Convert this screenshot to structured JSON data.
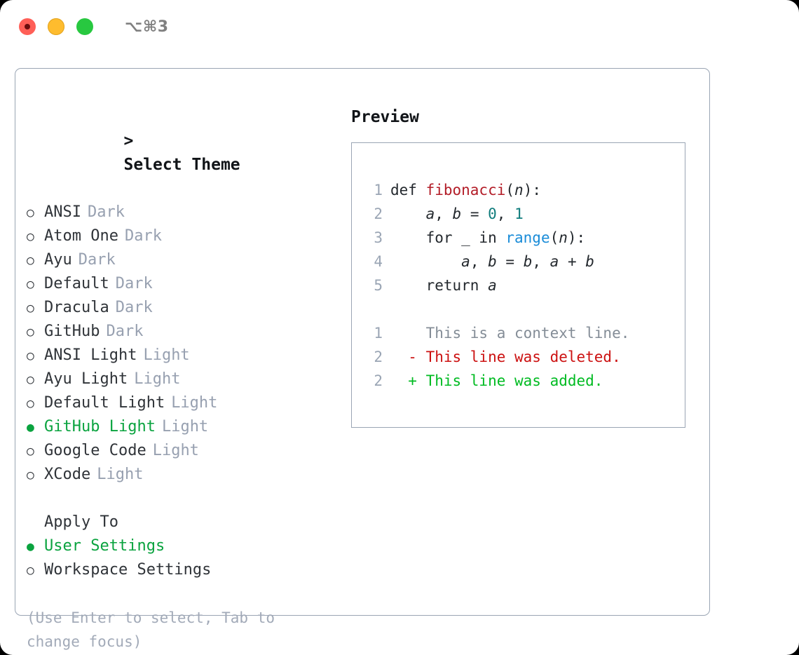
{
  "window": {
    "traffic_lights": [
      "close-red",
      "minimize-yellow",
      "maximize-green"
    ],
    "shortcut": "⌥⌘3",
    "colors": {
      "red": "#ff5f57",
      "yellow": "#febc2e",
      "green": "#28c840",
      "accent_green": "#0aa33f",
      "border": "#9aa5b4",
      "muted": "#97a0b0"
    }
  },
  "theme_picker": {
    "title": "Select Theme",
    "caret": ">",
    "marker_off": "○",
    "marker_on": "●",
    "options": [
      {
        "label": "ANSI",
        "tag": "Dark",
        "selected": false
      },
      {
        "label": "Atom One",
        "tag": "Dark",
        "selected": false
      },
      {
        "label": "Ayu",
        "tag": "Dark",
        "selected": false
      },
      {
        "label": "Default",
        "tag": "Dark",
        "selected": false
      },
      {
        "label": "Dracula",
        "tag": "Dark",
        "selected": false
      },
      {
        "label": "GitHub",
        "tag": "Dark",
        "selected": false
      },
      {
        "label": "ANSI Light",
        "tag": "Light",
        "selected": false
      },
      {
        "label": "Ayu Light",
        "tag": "Light",
        "selected": false
      },
      {
        "label": "Default Light",
        "tag": "Light",
        "selected": false
      },
      {
        "label": "GitHub Light",
        "tag": "Light",
        "selected": true
      },
      {
        "label": "Google Code",
        "tag": "Light",
        "selected": false
      },
      {
        "label": "XCode",
        "tag": "Light",
        "selected": false
      }
    ]
  },
  "apply_to": {
    "title": "Apply To",
    "options": [
      {
        "label": "User Settings",
        "selected": true
      },
      {
        "label": "Workspace Settings",
        "selected": false
      }
    ]
  },
  "hint": "(Use Enter to select, Tab to change focus)",
  "preview": {
    "title": "Preview",
    "code_lines": [
      {
        "no": "1",
        "text": "def fibonacci(n):"
      },
      {
        "no": "2",
        "text": "    a, b = 0, 1"
      },
      {
        "no": "3",
        "text": "    for _ in range(n):"
      },
      {
        "no": "4",
        "text": "        a, b = b, a + b"
      },
      {
        "no": "5",
        "text": "    return a"
      }
    ],
    "diff_lines": [
      {
        "no": "1",
        "sign": " ",
        "text": "This is a context line.",
        "kind": "context"
      },
      {
        "no": "2",
        "sign": "-",
        "text": "This line was deleted.",
        "kind": "deleted"
      },
      {
        "no": "2",
        "sign": "+",
        "text": "This line was added.",
        "kind": "added"
      }
    ],
    "syntax_colors": {
      "function": "#b31d28",
      "number": "#0f7c7c",
      "builtin": "#1a8cd8",
      "text": "#24292e",
      "linenumber": "#9aa5b4",
      "diff_context": "#848d97",
      "diff_deleted": "#cc1111",
      "diff_added": "#00bb22"
    }
  }
}
